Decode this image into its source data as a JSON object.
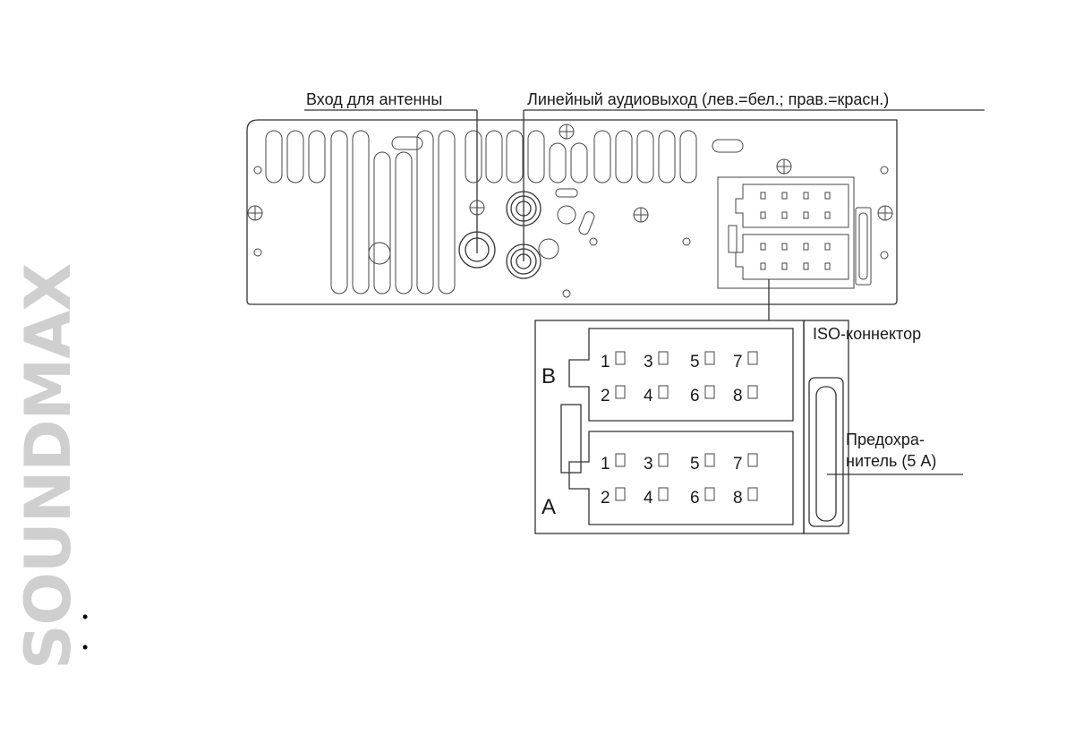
{
  "brand": {
    "logo_text": "SOUNDMAX",
    "color": "#cfcfcf"
  },
  "labels": {
    "antenna_input": "Вход для антенны",
    "line_out": "Линейный аудиовыход (лев.=бел.; прав.=красн.)",
    "iso_connector": "ISO-коннектор",
    "fuse_line1": "Предохра-",
    "fuse_line2": "нитель (5 А)"
  },
  "connector": {
    "block_b": {
      "label": "B",
      "row1": [
        "1",
        "3",
        "5",
        "7"
      ],
      "row2": [
        "2",
        "4",
        "6",
        "8"
      ]
    },
    "block_a": {
      "label": "A",
      "row1": [
        "1",
        "3",
        "5",
        "7"
      ],
      "row2": [
        "2",
        "4",
        "6",
        "8"
      ]
    }
  },
  "list": {
    "items": [
      "",
      ""
    ]
  }
}
